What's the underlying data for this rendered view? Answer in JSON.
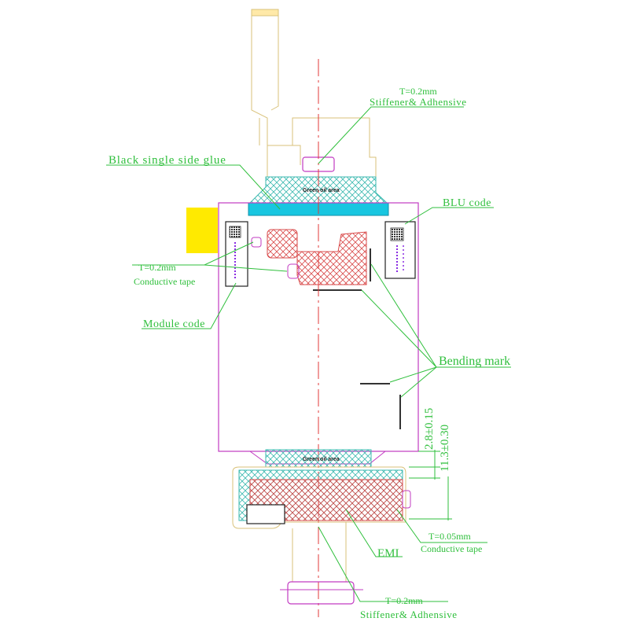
{
  "labels": {
    "stiffener_top_t": "T=0.2mm",
    "stiffener_top_desc": "Stiffener& Adhensive",
    "black_glue": "Black single side glue",
    "blu_code": "BLU code",
    "conductive_top_t": "T=0.2mm",
    "conductive_top_desc": "Conductive tape",
    "module_code": "Module code",
    "bending_mark": "Bending mark",
    "dim_small": "2.8±0.15",
    "dim_large": "11.3±0.30",
    "conductive_bottom_t": "T=0.05mm",
    "conductive_bottom_desc": "Conductive tape",
    "emi": "EMI",
    "stiffener_bottom_t": "T=0.2mm",
    "stiffener_bottom_desc": "Stiffener& Adhensive",
    "green_oil_top": "Green oil area",
    "green_oil_bottom": "Green oil area"
  },
  "colors": {
    "label_green": "#2fbf3c",
    "outline_magenta": "#c23bc2",
    "centerline_red": "#e03a3a",
    "flex_outline": "#d9c27a",
    "glue_cyan": "#18c6e0",
    "hatch_red": "#d94c4c",
    "hatch_teal": "#3cb9b0",
    "yellow_block": "#ffea00",
    "code_purple": "#8a2be2"
  }
}
